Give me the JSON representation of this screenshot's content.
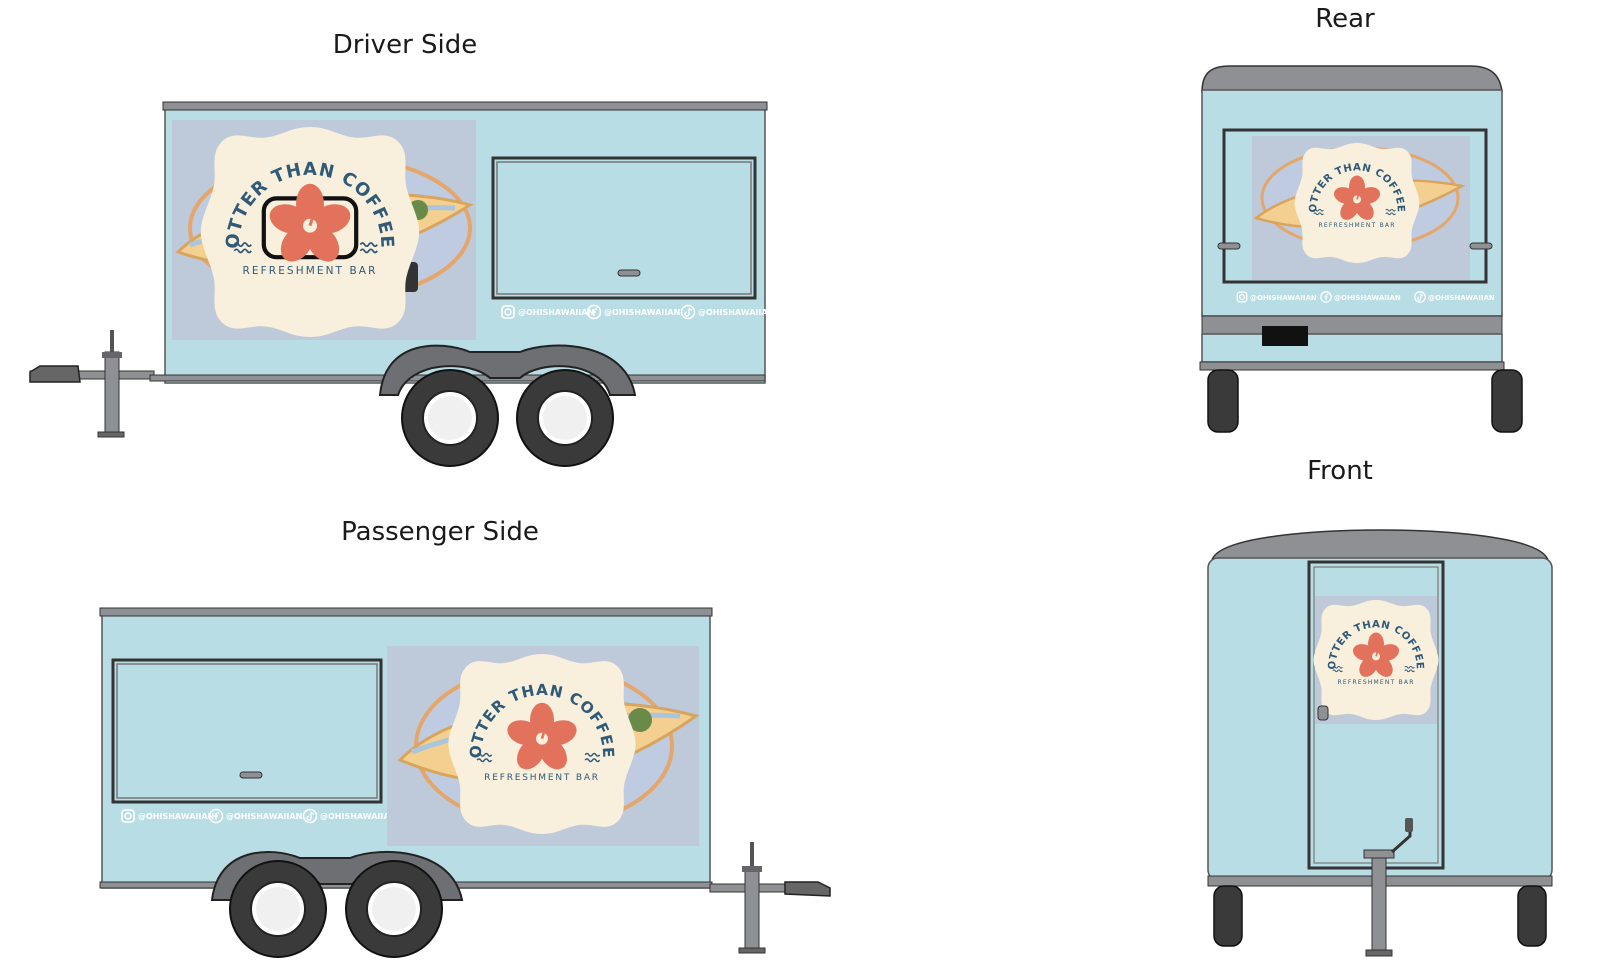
{
  "views": {
    "driver_side": "Driver Side",
    "passenger_side": "Passenger Side",
    "rear": "Rear",
    "front": "Front"
  },
  "logo": {
    "arc_text": "OTTER THAN COFFEE",
    "sub_text": "REFRESHMENT BAR"
  },
  "social": {
    "instagram_handle": "@OHISHAWAIIAN",
    "facebook_handle": "@OHISHAWAIIAN",
    "tiktok_handle": "@OHISHAWAIIAN"
  },
  "colors": {
    "trailer_body": "#b9dde4",
    "trim_gray": "#8e9093",
    "logo_badge": "#f8efdc",
    "hibiscus": "#e2725b",
    "logo_text": "#2f5a78",
    "surfboard": "#f3d08f",
    "panel_bg": "#bec9da"
  }
}
